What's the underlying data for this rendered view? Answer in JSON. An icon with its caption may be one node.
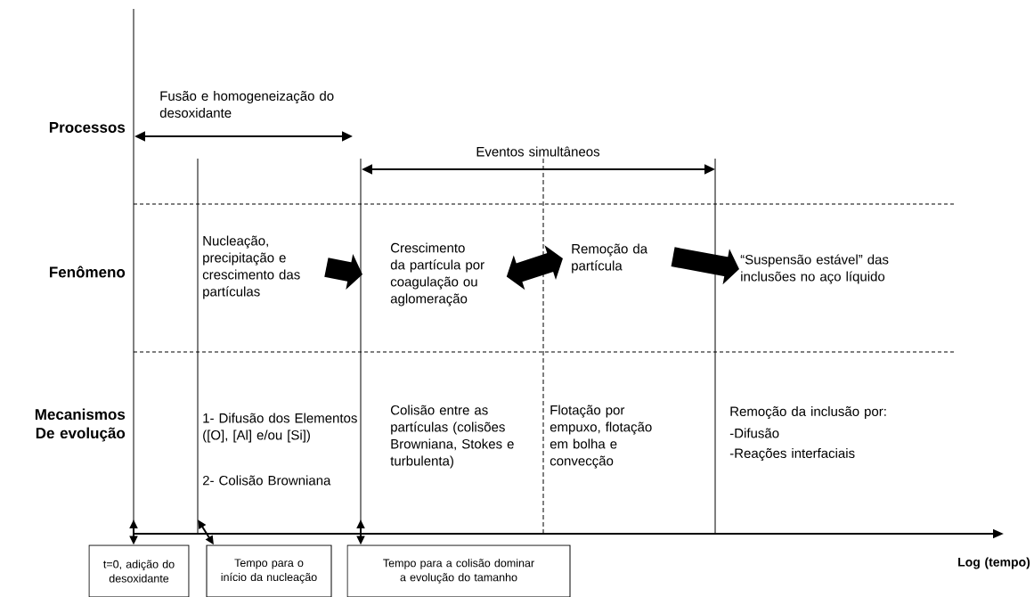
{
  "diagram": {
    "nodes": [
      {
        "text": [
          "Nucleação, precipitação e crescimento das partículas"
        ]
      },
      {
        "text": [
          "Crescimento da partícula por coagulação ou aglomeração"
        ]
      },
      {
        "text": [
          "Remoção da partícula"
        ]
      },
      {
        "text": [
          "“Suspensão estável” das inclusões no aço líquido"
        ]
      },
      {
        "text": [
          "t=0, adição do desoxidante"
        ]
      },
      {
        "text": [
          "Tempo para o início da nucleação"
        ]
      },
      {
        "text": [
          "Tempo para a colisão dominar a evolução do tamanho"
        ]
      }
    ],
    "edges": [
      {
        "from": 0,
        "to": 1,
        "arrow": "to",
        "style": "thick"
      },
      {
        "from": 1,
        "to": 2,
        "arrow": "both",
        "style": "thick"
      },
      {
        "from": 2,
        "to": 3,
        "arrow": "to",
        "style": "thick"
      },
      {
        "from": 4,
        "to": null,
        "arrow": "both"
      },
      {
        "from": 5,
        "to": null,
        "arrow": "both"
      },
      {
        "from": 6,
        "to": null,
        "arrow": "both"
      }
    ],
    "labels": [
      "Fusão e homogeneização do desoxidante",
      "Processos",
      "Eventos simultâneos",
      "Fenômeno",
      "Mecanismos De evolução",
      "1- Difusão dos Elementos ([O], [Al] e/ou [Si])",
      "2- Colisão Browniana",
      "Colisão entre as partículas (colisões Browniana, Stokes e turbulenta)",
      "Flotação por empuxo, flotação em bolha e convecção",
      "Remoção da inclusão por:",
      "-Difusão",
      "-Reações interfaciais",
      "Log (tempo)"
    ]
  }
}
